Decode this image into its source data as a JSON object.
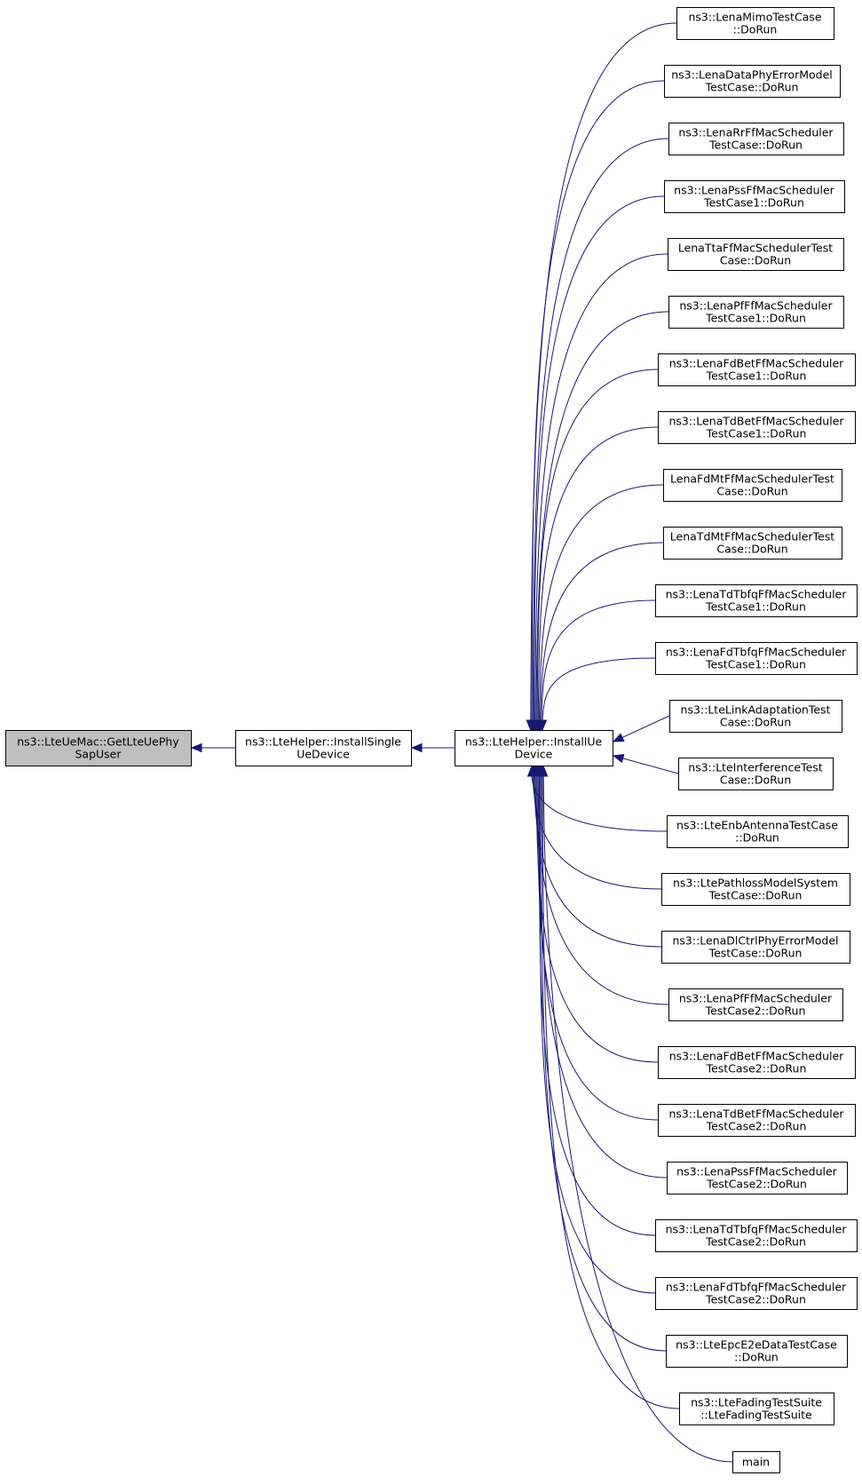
{
  "diagram": {
    "colors": {
      "edge": "#191970",
      "focus_fill": "#bfbfbf",
      "node_fill": "#ffffff",
      "node_border": "#000000"
    },
    "focus_node": {
      "id": "getLteUePhySapUser",
      "lines": [
        "ns3::LteUeMac::GetLteUePhy",
        "SapUser"
      ]
    },
    "middle_node": {
      "id": "installSingleUeDevice",
      "lines": [
        "ns3::LteHelper::InstallSingle",
        "UeDevice"
      ]
    },
    "hub_node": {
      "id": "installUeDevice",
      "lines": [
        "ns3::LteHelper::InstallUe",
        "Device"
      ]
    },
    "callers": [
      {
        "id": "c0",
        "lines": [
          "ns3::LenaMimoTestCase",
          "::DoRun"
        ]
      },
      {
        "id": "c1",
        "lines": [
          "ns3::LenaDataPhyErrorModel",
          "TestCase::DoRun"
        ]
      },
      {
        "id": "c2",
        "lines": [
          "ns3::LenaRrFfMacScheduler",
          "TestCase::DoRun"
        ]
      },
      {
        "id": "c3",
        "lines": [
          "ns3::LenaPssFfMacScheduler",
          "TestCase1::DoRun"
        ]
      },
      {
        "id": "c4",
        "lines": [
          "LenaTtaFfMacSchedulerTest",
          "Case::DoRun"
        ]
      },
      {
        "id": "c5",
        "lines": [
          "ns3::LenaPfFfMacScheduler",
          "TestCase1::DoRun"
        ]
      },
      {
        "id": "c6",
        "lines": [
          "ns3::LenaFdBetFfMacScheduler",
          "TestCase1::DoRun"
        ]
      },
      {
        "id": "c7",
        "lines": [
          "ns3::LenaTdBetFfMacScheduler",
          "TestCase1::DoRun"
        ]
      },
      {
        "id": "c8",
        "lines": [
          "LenaFdMtFfMacSchedulerTest",
          "Case::DoRun"
        ]
      },
      {
        "id": "c9",
        "lines": [
          "LenaTdMtFfMacSchedulerTest",
          "Case::DoRun"
        ]
      },
      {
        "id": "c10",
        "lines": [
          "ns3::LenaTdTbfqFfMacScheduler",
          "TestCase1::DoRun"
        ]
      },
      {
        "id": "c11",
        "lines": [
          "ns3::LenaFdTbfqFfMacScheduler",
          "TestCase1::DoRun"
        ]
      },
      {
        "id": "c12",
        "lines": [
          "ns3::LteLinkAdaptationTest",
          "Case::DoRun"
        ]
      },
      {
        "id": "c13",
        "lines": [
          "ns3::LteInterferenceTest",
          "Case::DoRun"
        ]
      },
      {
        "id": "c14",
        "lines": [
          "ns3::LteEnbAntennaTestCase",
          "::DoRun"
        ]
      },
      {
        "id": "c15",
        "lines": [
          "ns3::LtePathlossModelSystem",
          "TestCase::DoRun"
        ]
      },
      {
        "id": "c16",
        "lines": [
          "ns3::LenaDlCtrlPhyErrorModel",
          "TestCase::DoRun"
        ]
      },
      {
        "id": "c17",
        "lines": [
          "ns3::LenaPfFfMacScheduler",
          "TestCase2::DoRun"
        ]
      },
      {
        "id": "c18",
        "lines": [
          "ns3::LenaFdBetFfMacScheduler",
          "TestCase2::DoRun"
        ]
      },
      {
        "id": "c19",
        "lines": [
          "ns3::LenaTdBetFfMacScheduler",
          "TestCase2::DoRun"
        ]
      },
      {
        "id": "c20",
        "lines": [
          "ns3::LenaPssFfMacScheduler",
          "TestCase2::DoRun"
        ]
      },
      {
        "id": "c21",
        "lines": [
          "ns3::LenaTdTbfqFfMacScheduler",
          "TestCase2::DoRun"
        ]
      },
      {
        "id": "c22",
        "lines": [
          "ns3::LenaFdTbfqFfMacScheduler",
          "TestCase2::DoRun"
        ]
      },
      {
        "id": "c23",
        "lines": [
          "ns3::LteEpcE2eDataTestCase",
          "::DoRun"
        ]
      },
      {
        "id": "c24",
        "lines": [
          "ns3::LteFadingTestSuite",
          "::LteFadingTestSuite"
        ]
      },
      {
        "id": "c25",
        "lines": [
          "main"
        ]
      }
    ]
  }
}
